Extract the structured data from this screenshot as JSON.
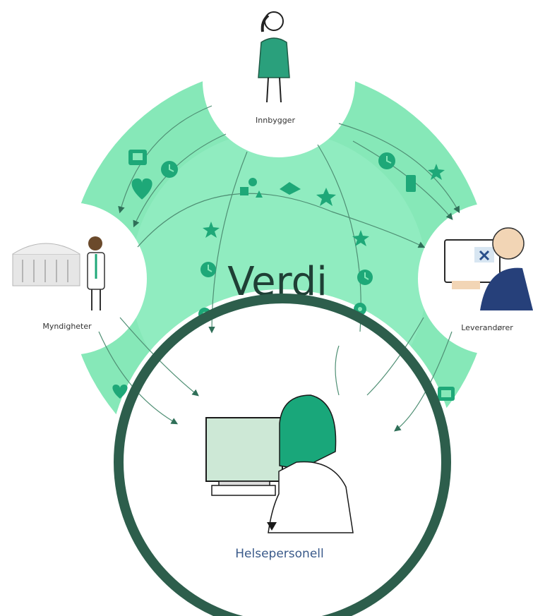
{
  "center": {
    "title": "Verdi"
  },
  "nodes": {
    "innbygger": {
      "label": "Innbygger"
    },
    "myndigheter": {
      "label": "Myndigheter"
    },
    "leverandorer": {
      "label": "Leverandører"
    },
    "helsepersonell": {
      "label": "Helsepersonell"
    }
  },
  "colors": {
    "ring": "#86e8b8",
    "ring_light": "#a8f0cc",
    "icon": "#1ea878",
    "highlight": "#2d5e4c",
    "shirt": "#2aa07c"
  },
  "icons": [
    "screen-icon",
    "clock-icon",
    "heart-icon",
    "star-icon",
    "shapes-icon",
    "gear-icon",
    "phone-icon",
    "hat-icon"
  ]
}
